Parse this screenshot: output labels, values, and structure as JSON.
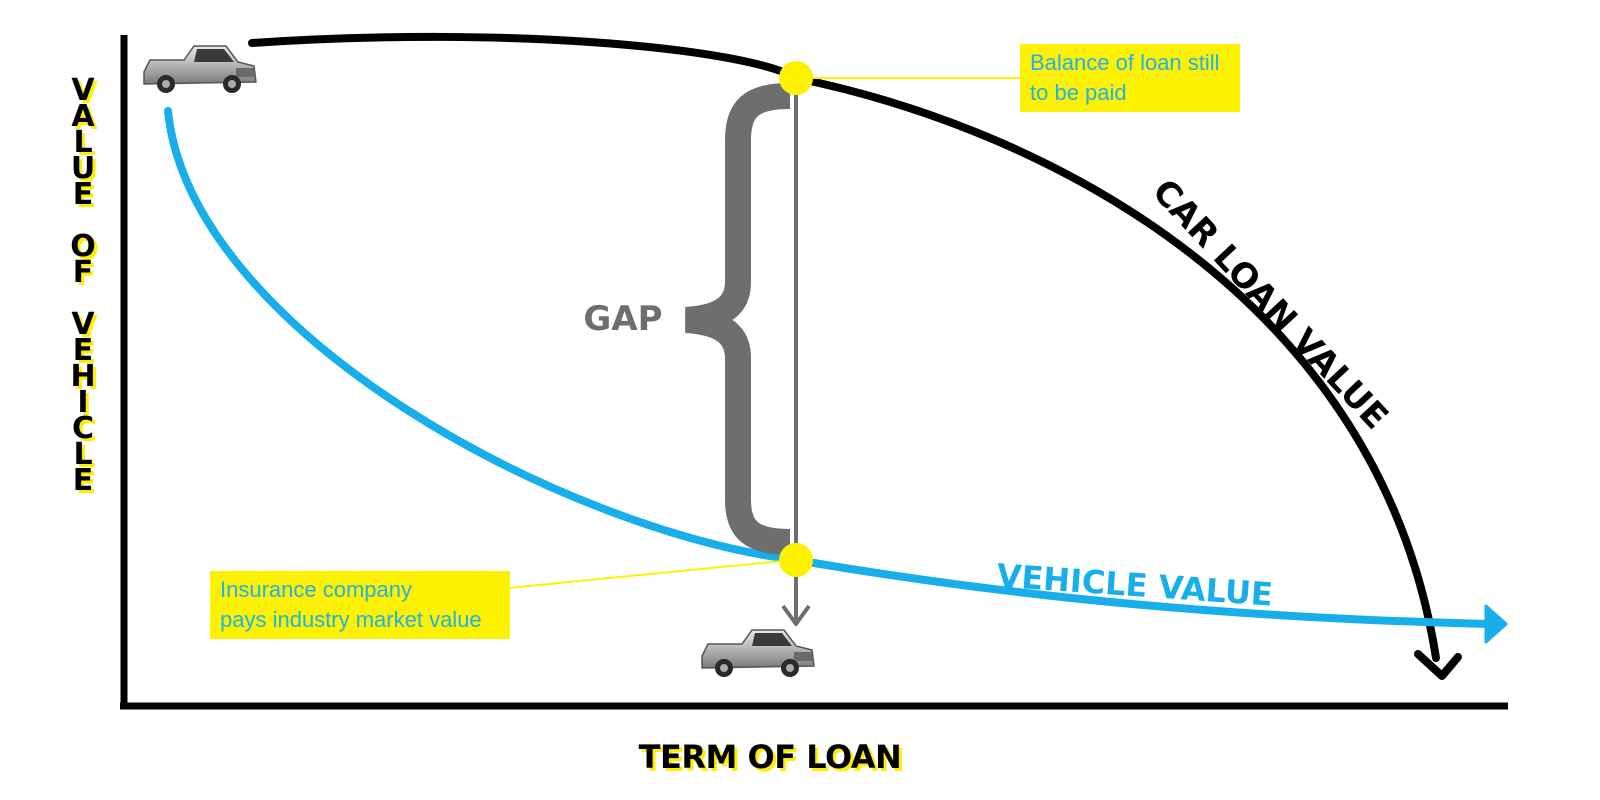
{
  "y_axis_title": "VALUE OF VEHICLE",
  "x_axis_title": "TERM OF LOAN",
  "gap_label": "GAP",
  "car_loan_label": "CAR LOAN VALUE",
  "vehicle_value_label": "VEHICLE VALUE",
  "callouts": {
    "loan_balance": [
      "Balance of loan still",
      "to be paid"
    ],
    "insurance": [
      "Insurance company",
      "pays industry market value"
    ]
  },
  "icons": {
    "truck_top": "pickup-truck-icon",
    "truck_bottom": "pickup-truck-icon"
  },
  "colors": {
    "car_loan_curve": "#000000",
    "vehicle_value_curve": "#18aeea",
    "gap_brace": "#6e6e6e",
    "highlight": "#fcf200",
    "callout_text": "#1fb2e8"
  }
}
